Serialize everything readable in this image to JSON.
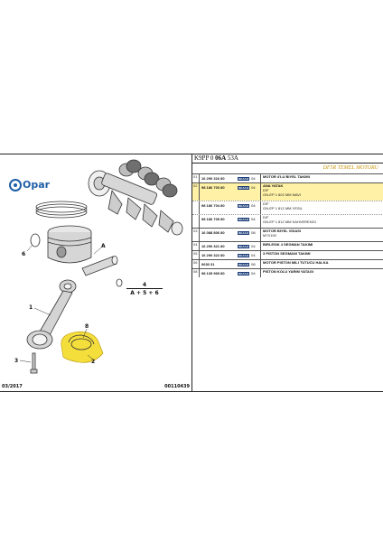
{
  "diagram": {
    "brand": "Opar",
    "callouts": [
      "6",
      "A",
      "1",
      "8",
      "3",
      "2"
    ],
    "formula_top": "4",
    "formula_bottom": "A + 5 + 6",
    "footer_date": "03/2017",
    "footer_ref": "00110439",
    "highlight_color": "#f4de3c",
    "brand_color": "#1f5fa6"
  },
  "parts": {
    "code_prefix": "K9PP 0",
    "code_bold": "06A",
    "code_suffix": "53A",
    "section_title": "DF5R TEMEL MOTORU",
    "badge": "REACH",
    "rows": [
      {
        "no": "01",
        "ref": "16 290 316 80",
        "qty": "04",
        "title": "MOTOR 4'LU BIYEL TAKIMI",
        "notes": [],
        "highlight": false
      },
      {
        "no": "02",
        "ref": "98 186 703 80",
        "qty": "04",
        "title": "ANA YATAK",
        "notes": [
          "D/F",
          "GN-EP 1 802 MM MAVI"
        ],
        "highlight": true
      },
      {
        "no": "",
        "ref": "98 186 704 80",
        "qty": "04",
        "title": "",
        "notes": [
          "D/F",
          "GN-EP 1 812 MM YESIL"
        ],
        "highlight": false
      },
      {
        "no": "",
        "ref": "98 186 705 80",
        "qty": "04",
        "title": "",
        "notes": [
          "D/F",
          "GN-EP 1 812 MM KAHVERENGI"
        ],
        "highlight": false
      },
      {
        "no": "03",
        "ref": "16 088 806 80",
        "qty": "08",
        "title": "MOTOR BIYEL VIDASI",
        "notes": [
          "M7X100"
        ],
        "highlight": false
      },
      {
        "no": "04",
        "ref": "16 290 321 80",
        "qty": "04",
        "title": "BIRLESIK 4 SEGMAN TAKIMI",
        "notes": [],
        "highlight": false
      },
      {
        "no": "05",
        "ref": "16 290 322 80",
        "qty": "04",
        "title": "3 PISTON SEGMANI TAKIMI",
        "notes": [],
        "highlight": false
      },
      {
        "no": "06",
        "ref": "0630 31",
        "qty": "08",
        "title": "MOTOR PISTON MILI TUTUCU HALKA",
        "notes": [],
        "highlight": false
      },
      {
        "no": "08",
        "ref": "98 139 969 80",
        "qty": "04",
        "title": "PISTON KOLU YARIM YATAGI",
        "notes": [],
        "highlight": false
      }
    ]
  }
}
